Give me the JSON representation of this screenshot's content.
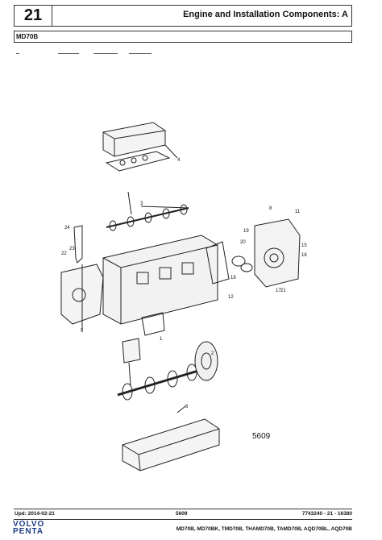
{
  "header": {
    "section_number": "21",
    "title": "Engine and Installation Components: A",
    "model": "MD70B"
  },
  "figure": {
    "number": "5609",
    "callouts": [
      "1",
      "2",
      "3",
      "4",
      "5",
      "6",
      "8",
      "11",
      "12",
      "15",
      "16",
      "17",
      "18",
      "19",
      "20",
      "21",
      "22",
      "23",
      "24"
    ]
  },
  "footer": {
    "updated": "Upd: 2014-02-21",
    "page_code": "5609",
    "doc_ref": "7743240 - 21 - 16380",
    "models": "MD70B, MD70BK, TMD70B, THAMD70B, TAMD70B, AQD70BL, AQD70B",
    "logo_line1": "VOLVO",
    "logo_line2": "PENTA"
  }
}
